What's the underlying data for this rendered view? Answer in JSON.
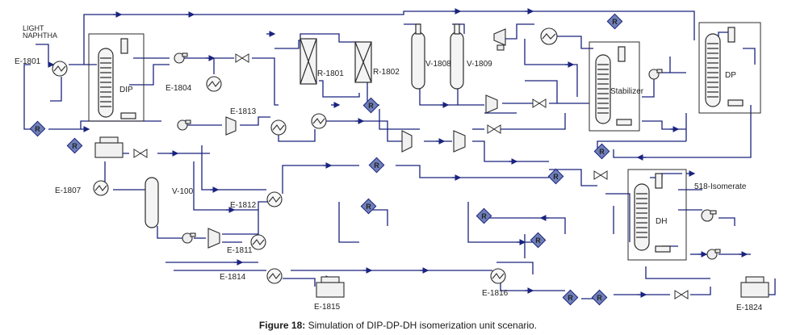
{
  "colors": {
    "line": "#1a237e",
    "vessel": "#2b2b2b",
    "recycle": "#2d3f8f"
  },
  "labels": {
    "light_naphtha_1": "LIGHT",
    "light_naphtha_2": "NAPHTHA",
    "e1801": "E-1801",
    "dip_left": "DIP",
    "e1804": "E-1804",
    "r1801": "R-1801",
    "r1802": "R-1802",
    "v1808": "V-1808",
    "v1809": "V-1809",
    "stabilizer": "Stabilizer",
    "dp": "DP",
    "e1813": "E-1813",
    "e1807": "E-1807",
    "v100": "V-100",
    "e1812": "E-1812",
    "e1811": "E-1811",
    "e1814": "E-1814",
    "e1815": "E-1815",
    "e1816": "E-1816",
    "dh": "DH",
    "isomerate": "518-Isomerate",
    "e1824": "E-1824",
    "recycle_mark": "R"
  },
  "caption": {
    "prefix": "Figure 18:",
    "text": " Simulation of DIP-DP-DH isomerization unit scenario."
  }
}
